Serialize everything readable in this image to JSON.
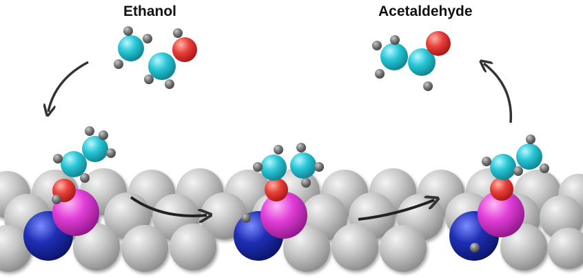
{
  "labels": {
    "reactant": "Ethanol",
    "product": "Acetaldehyde"
  },
  "colors": {
    "carbon": "#27c6d6",
    "oxygen": "#e8403a",
    "hydrogen": "#7a7a7a",
    "surface_atom": "#b9b9b9",
    "dopant_magenta": "#e23fd8",
    "dopant_blue": "#1f2fb5",
    "arrow": "#333333"
  },
  "icons": {
    "arrow": "curved-arrow",
    "molecule": "ball-and-stick"
  }
}
